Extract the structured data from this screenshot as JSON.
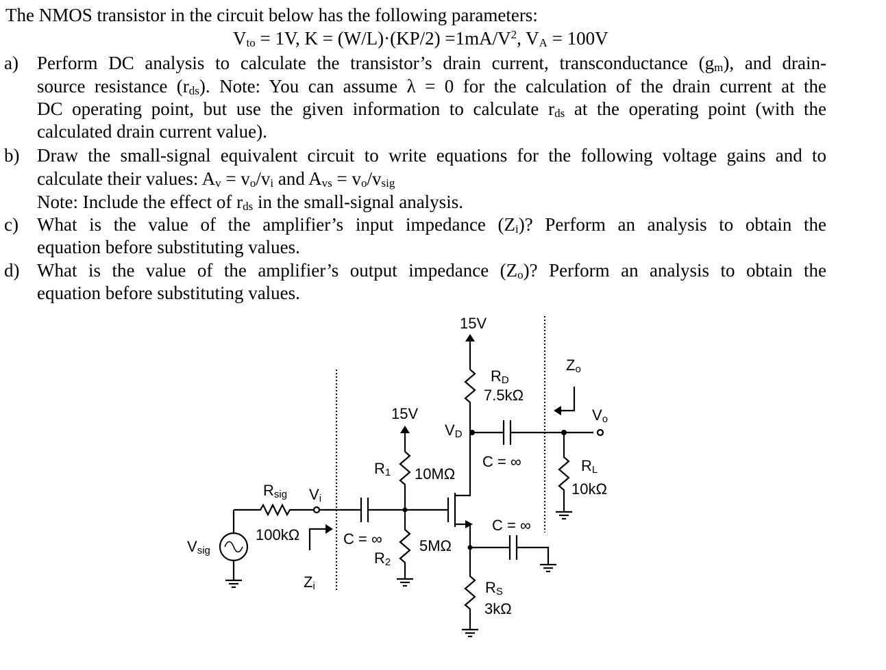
{
  "problem": {
    "intro": "The NMOS transistor in the circuit below has the following parameters:",
    "params": {
      "vto_sym": "V",
      "vto_sub": "to",
      "vto_rest": " = 1V, K = (W/L)·(KP/2) =1mA/V",
      "vto_sup": "2",
      "va_sep": ", V",
      "va_sub": "A",
      "va_rest": " = 100V"
    },
    "parts": {
      "a": {
        "marker": "a)",
        "l1_a": "Perform DC analysis to calculate the transistor’s drain current, transconductance (g",
        "l1_sub": "m",
        "l1_b": "), and drain-",
        "l2_a": "source resistance (r",
        "l2_sub": "ds",
        "l2_b": "). Note: You can assume λ = 0 for the calculation of the drain current at the",
        "l3_a": "DC operating point, but use the given information to calculate r",
        "l3_sub": "ds",
        "l3_b": " at the operating point (with the",
        "l4": "calculated drain current value)."
      },
      "b": {
        "marker": "b)",
        "l1": "Draw the small-signal equivalent circuit to write equations for the following voltage gains and to",
        "l2_a": "calculate their values:   A",
        "l2_sub1": "v",
        "l2_b": " = v",
        "l2_sub2": "o",
        "l2_c": "/v",
        "l2_sub3": "i",
        "l2_d": "   and   A",
        "l2_sub4": "vs",
        "l2_e": " = v",
        "l2_sub5": "o",
        "l2_f": "/v",
        "l2_sub6": "sig",
        "l3_a": "Note: Include the effect of r",
        "l3_sub": "ds",
        "l3_b": " in the small-signal analysis."
      },
      "c": {
        "marker": "c)",
        "l1_a": "What is the value of the amplifier’s input impedance (Z",
        "l1_sub": "i",
        "l1_b": ")? Perform an analysis to obtain the",
        "l2": "equation before substituting values."
      },
      "d": {
        "marker": "d)",
        "l1_a": "What is the value of the amplifier’s output impedance (Z",
        "l1_sub": "o",
        "l1_b": ")? Perform an analysis to obtain the",
        "l2": "equation before substituting values."
      }
    }
  },
  "circuit": {
    "vdd_drain": "15V",
    "vdd_gate": "15V",
    "rd": {
      "sym": "R",
      "sub": "D",
      "value": "7.5kΩ"
    },
    "vd": {
      "sym": "V",
      "sub": "D"
    },
    "cd": "C = ∞",
    "zo": {
      "sym": "Z",
      "sub": "o"
    },
    "vo": {
      "sym": "V",
      "sub": "o"
    },
    "rl": {
      "sym": "R",
      "sub": "L",
      "value": "10kΩ"
    },
    "r1": {
      "sym": "R",
      "sub": "1",
      "value": "10MΩ"
    },
    "r2": {
      "sym": "R",
      "sub": "2",
      "value": "5MΩ"
    },
    "cin": "C = ∞",
    "cs": "C = ∞",
    "rs": {
      "sym": "R",
      "sub": "S",
      "value": "3kΩ"
    },
    "rsig": {
      "sym": "R",
      "sub": "sig",
      "value": "100kΩ"
    },
    "vi": {
      "sym": "V",
      "sub": "i"
    },
    "zi": {
      "sym": "Z",
      "sub": "i"
    },
    "vsig": {
      "sym": "V",
      "sub": "sig"
    }
  }
}
